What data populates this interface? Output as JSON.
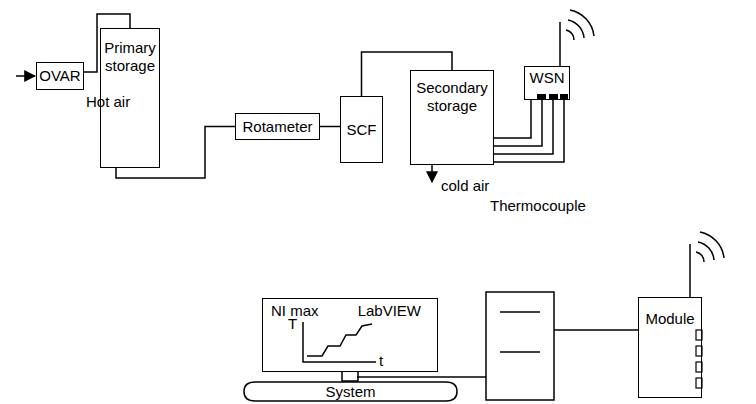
{
  "diagram": {
    "nodes": [
      {
        "text": [
          "OVAR"
        ]
      },
      {
        "text": [
          "Primary storage"
        ]
      },
      {
        "text": [
          "Rotameter"
        ]
      },
      {
        "text": [
          "SCF"
        ]
      },
      {
        "text": [
          "Secondary storage"
        ]
      },
      {
        "text": [
          "WSN"
        ]
      },
      {
        "text": [
          "NI max",
          "LabVIEW"
        ]
      },
      {
        "text": [
          "System"
        ]
      },
      {
        "text": [
          "Module"
        ]
      }
    ],
    "edges": [
      {
        "from": 0,
        "to": 1,
        "arrow": "none"
      },
      {
        "from": 1,
        "to": 2,
        "arrow": "none"
      },
      {
        "from": 2,
        "to": 3,
        "arrow": "none"
      },
      {
        "from": 3,
        "to": 4,
        "arrow": "none"
      },
      {
        "from": 4,
        "to": 5,
        "arrow": "none",
        "label": "Thermocouple"
      },
      {
        "from": 6,
        "to": 7,
        "arrow": "none"
      }
    ],
    "labels": [
      "Hot air",
      "cold air",
      "T",
      "t"
    ]
  }
}
